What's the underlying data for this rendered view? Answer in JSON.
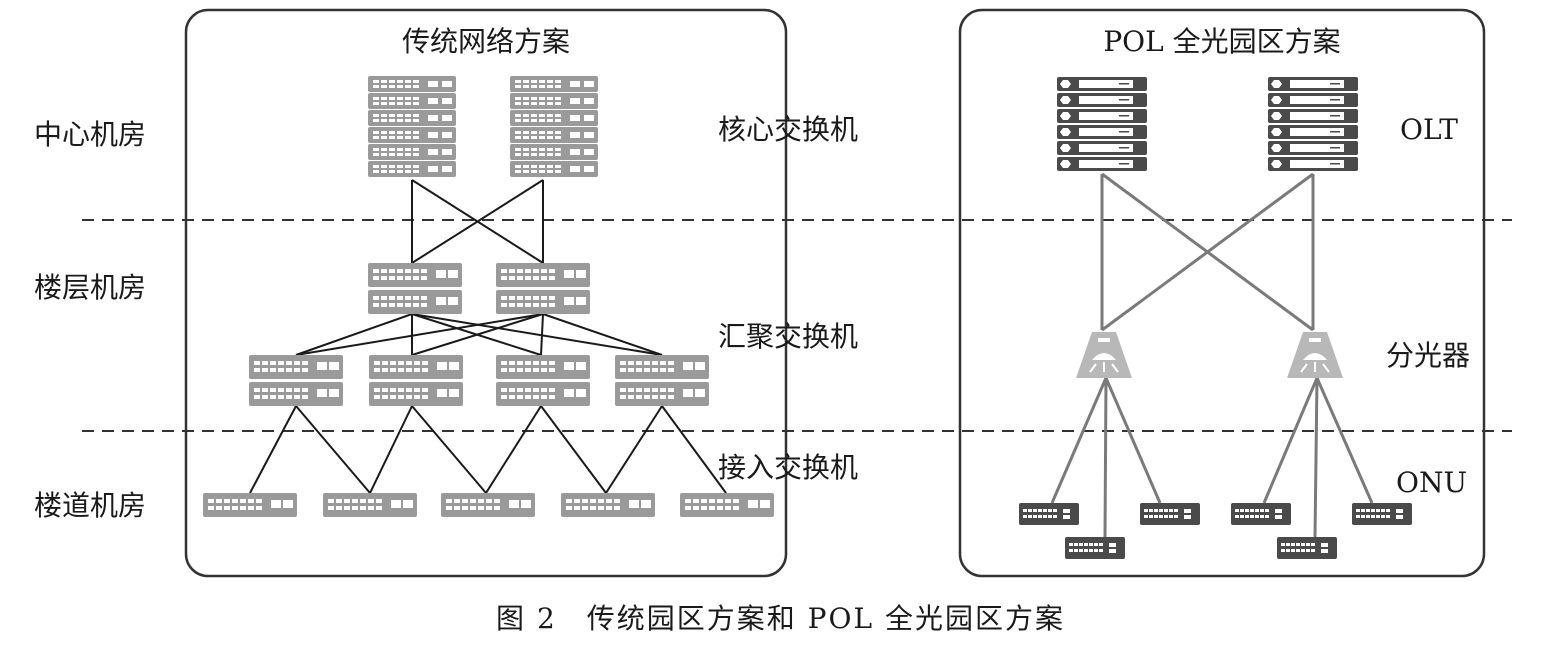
{
  "zones": {
    "center": "中心机房",
    "floor": "楼层机房",
    "corridor": "楼道机房"
  },
  "traditional": {
    "title": "传统网络方案",
    "core_label": "核心交换机",
    "aggregation_label": "汇聚交换机",
    "access_label": "接入交换机"
  },
  "pol": {
    "title": "POL 全光园区方案",
    "olt_label": "OLT",
    "splitter_label": "分光器",
    "onu_label": "ONU"
  },
  "caption": "图 2　传统园区方案和 POL 全光园区方案",
  "colors": {
    "frame": "#333333",
    "traditional_device": "#9a9a9a",
    "pol_device": "#4a4a4a",
    "link_traditional": "#1a1a1a",
    "link_pol": "#7a7a7a",
    "dashed": "#333333"
  }
}
